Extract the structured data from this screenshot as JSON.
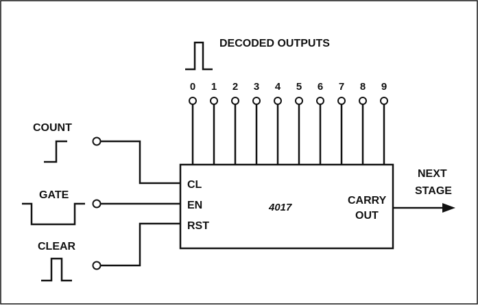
{
  "header": {
    "title": "DECODED OUTPUTS"
  },
  "outputs": [
    "0",
    "1",
    "2",
    "3",
    "4",
    "5",
    "6",
    "7",
    "8",
    "9"
  ],
  "inputs": {
    "count": "COUNT",
    "gate": "GATE",
    "clear": "CLEAR"
  },
  "chip": {
    "name": "4017",
    "pins": {
      "cl": "CL",
      "en": "EN",
      "rst": "RST"
    },
    "carry_line1": "CARRY",
    "carry_line2": "OUT"
  },
  "next_stage": {
    "line1": "NEXT",
    "line2": "STAGE"
  }
}
